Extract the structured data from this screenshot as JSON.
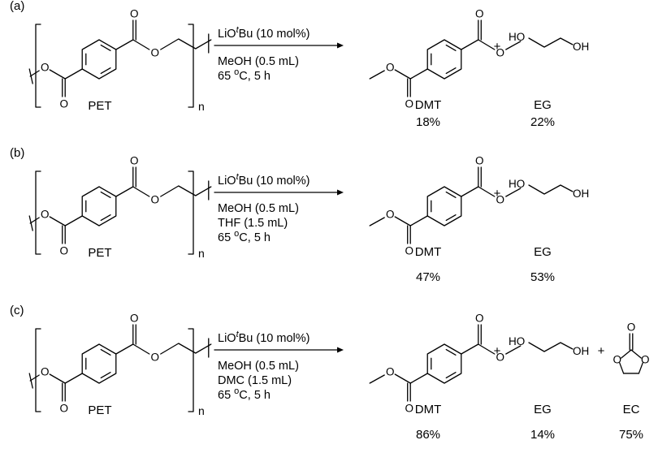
{
  "rows": [
    {
      "tag": "(a)",
      "polymer": "PET",
      "repeat": "n",
      "reagent": "LiO",
      "reagent_sup": "t",
      "reagent_rest": "Bu (10 mol%)",
      "conditions": [
        "MeOH (0.5 mL)",
        "65 °C, 5 h"
      ],
      "temp_unit": "o",
      "products": [
        {
          "name": "DMT",
          "yield": "18%"
        },
        {
          "name": "EG",
          "yield": "22%"
        }
      ]
    },
    {
      "tag": "(b)",
      "polymer": "PET",
      "repeat": "n",
      "reagent": "LiO",
      "reagent_sup": "t",
      "reagent_rest": "Bu (10 mol%)",
      "conditions": [
        "MeOH (0.5 mL)",
        "THF (1.5 mL)",
        "65 °C, 5 h"
      ],
      "temp_unit": "o",
      "products": [
        {
          "name": "DMT",
          "yield": "47%"
        },
        {
          "name": "EG",
          "yield": "53%"
        }
      ]
    },
    {
      "tag": "(c)",
      "polymer": "PET",
      "repeat": "n",
      "reagent": "LiO",
      "reagent_sup": "t",
      "reagent_rest": "Bu (10 mol%)",
      "conditions": [
        "MeOH (0.5 mL)",
        "DMC (1.5 mL)",
        "65 °C, 5 h"
      ],
      "temp_unit": "o",
      "products": [
        {
          "name": "DMT",
          "yield": "86%"
        },
        {
          "name": "EG",
          "yield": "14%"
        },
        {
          "name": "EC",
          "yield": "75%"
        }
      ]
    }
  ],
  "atoms": {
    "O": "O",
    "HO": "HO",
    "OH": "OH",
    "plus": "+"
  }
}
